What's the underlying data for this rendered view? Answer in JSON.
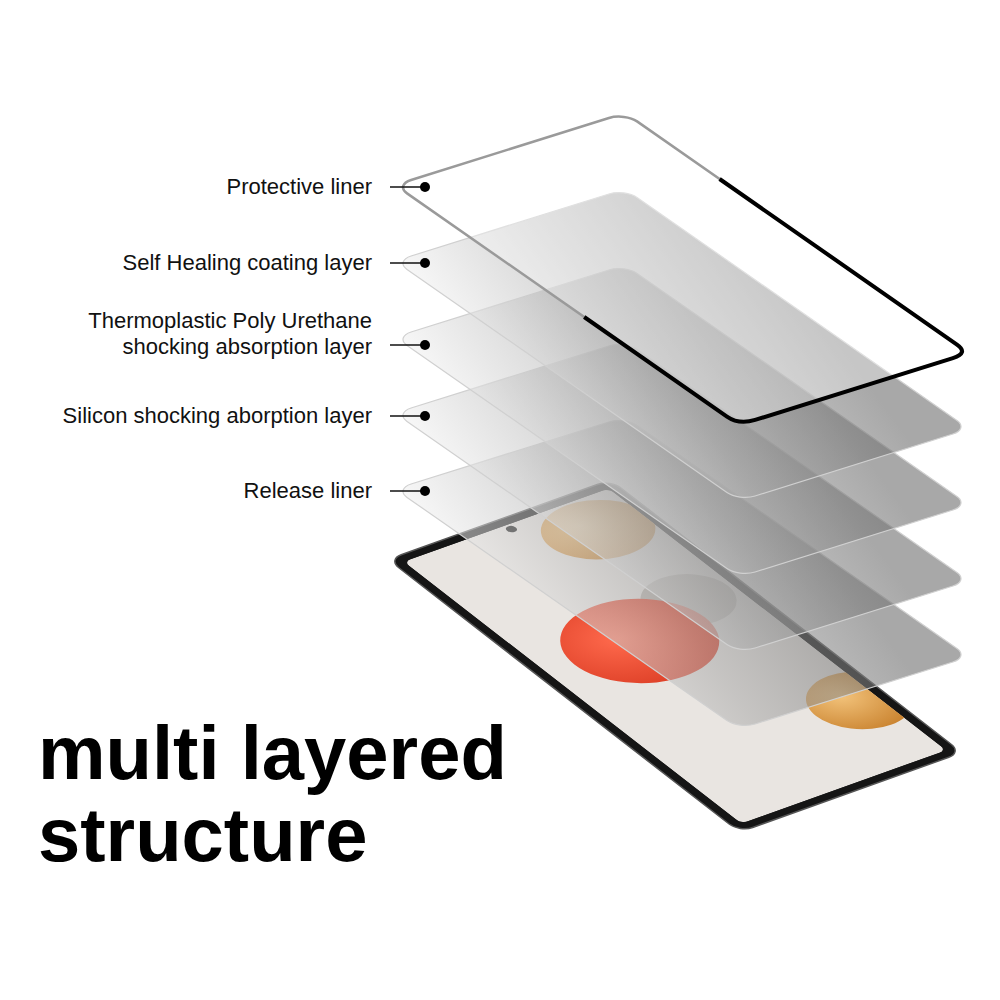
{
  "diagram": {
    "title": "multi layered structure",
    "labels": [
      "Protective liner",
      "Self Healing coating layer",
      "Thermoplastic Poly Urethane shocking absorption layer",
      "Silicon shocking aborption layer",
      "Release liner"
    ]
  }
}
